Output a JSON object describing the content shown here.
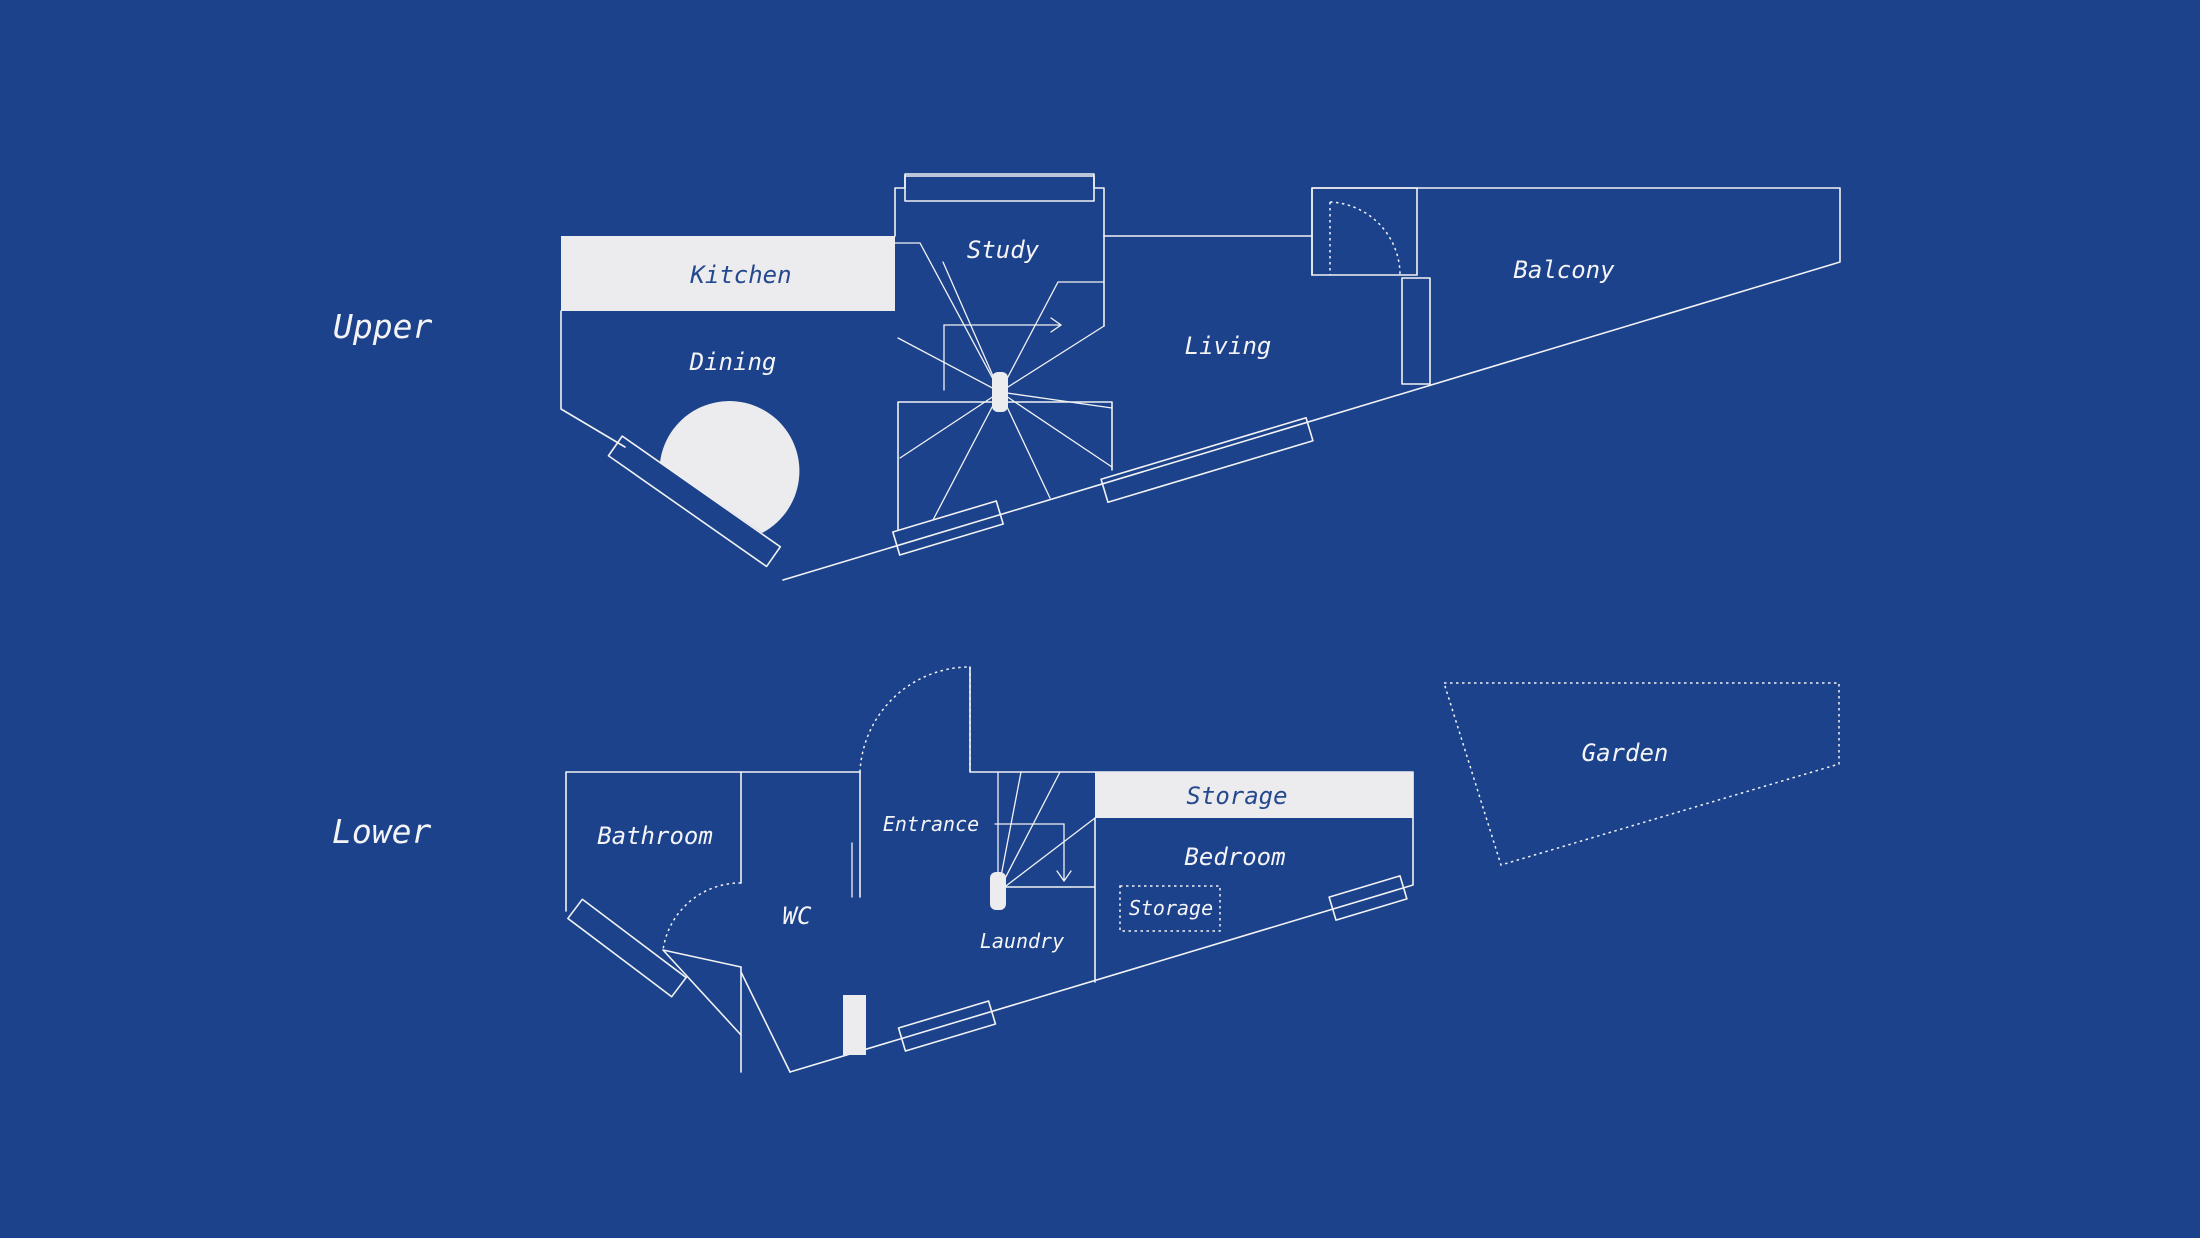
{
  "floors": {
    "upper": "Upper",
    "lower": "Lower"
  },
  "rooms": {
    "kitchen": "Kitchen",
    "study": "Study",
    "dining": "Dining",
    "living": "Living",
    "balcony": "Balcony",
    "bathroom": "Bathroom",
    "wc": "WC",
    "entrance": "Entrance",
    "laundry": "Laundry",
    "storage_top": "Storage",
    "bedroom": "Bedroom",
    "storage_closet": "Storage",
    "garden": "Garden"
  },
  "colors": {
    "background": "#1b428b",
    "line": "#f2f2f4",
    "fill": "#ecebee"
  }
}
